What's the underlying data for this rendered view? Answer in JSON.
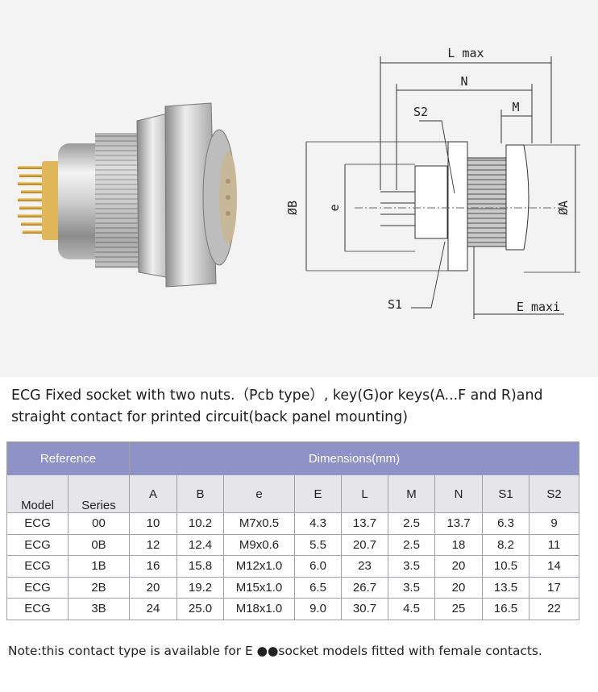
{
  "figure": {
    "dimension_labels": {
      "l_max": "L max",
      "n": "N",
      "m": "M",
      "s2": "S2",
      "b": "ØB",
      "e": "e",
      "a": "ØA",
      "s1": "S1",
      "e_maxi": "E maxi"
    }
  },
  "caption": "ECG Fixed socket with two nuts.（Pcb type）, key(G)or keys(A...F and R)and straight contact for printed circuit(back panel mounting)",
  "table": {
    "group_headers": {
      "reference": "Reference",
      "dimensions": "Dimensions(mm)"
    },
    "columns": [
      "Model",
      "Series",
      "A",
      "B",
      "e",
      "E",
      "L",
      "M",
      "N",
      "S1",
      "S2"
    ],
    "rows": [
      [
        "ECG",
        "00",
        "10",
        "10.2",
        "M7x0.5",
        "4.3",
        "13.7",
        "2.5",
        "13.7",
        "6.3",
        "9"
      ],
      [
        "ECG",
        "0B",
        "12",
        "12.4",
        "M9x0.6",
        "5.5",
        "20.7",
        "2.5",
        "18",
        "8.2",
        "11"
      ],
      [
        "ECG",
        "1B",
        "16",
        "15.8",
        "M12x1.0",
        "6.0",
        "23",
        "3.5",
        "20",
        "10.5",
        "14"
      ],
      [
        "ECG",
        "2B",
        "20",
        "19.2",
        "M15x1.0",
        "6.5",
        "26.7",
        "3.5",
        "20",
        "13.5",
        "17"
      ],
      [
        "ECG",
        "3B",
        "24",
        "25.0",
        "M18x1.0",
        "9.0",
        "30.7",
        "4.5",
        "25",
        "16.5",
        "22"
      ]
    ]
  },
  "note": "Note:this contact type is available for E ●●socket models fitted with female contacts."
}
